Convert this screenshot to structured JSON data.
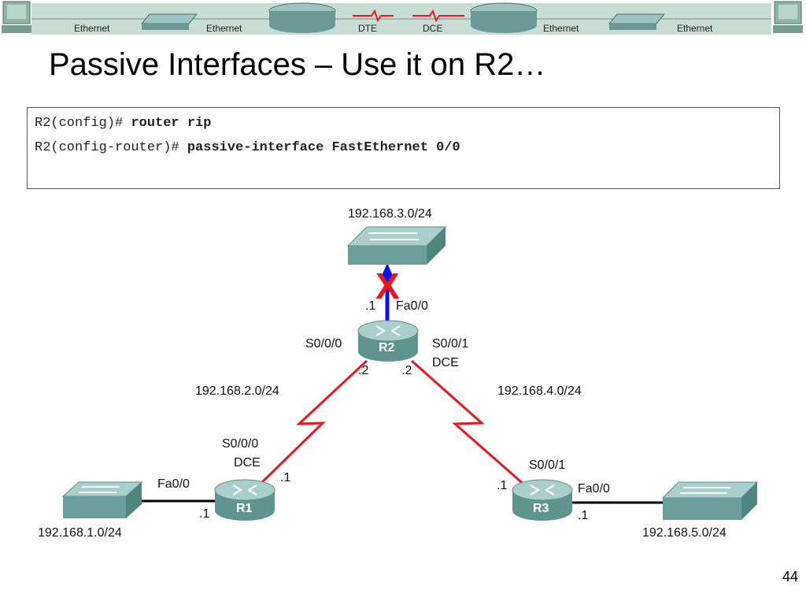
{
  "banner": {
    "labels": [
      "Ethernet",
      "Ethernet",
      "DTE",
      "DCE",
      "Ethernet",
      "Ethernet"
    ]
  },
  "slide": {
    "title": "Passive Interfaces – Use it on R2…",
    "page_number": "44"
  },
  "commands": [
    {
      "prompt": "R2(config)# ",
      "command": "router rip"
    },
    {
      "prompt": "R2(config-router)# ",
      "command": "passive-interface FastEthernet 0/0"
    }
  ],
  "topology": {
    "networks": {
      "top": "192.168.3.0/24",
      "left_serial": "192.168.2.0/24",
      "right_serial": "192.168.4.0/24",
      "left_lan": "192.168.1.0/24",
      "right_lan": "192.168.5.0/24"
    },
    "routers": {
      "r1": "R1",
      "r2": "R2",
      "r3": "R3"
    },
    "blocked_mark": "X",
    "interfaces": {
      "r2_fa_host": ".1",
      "r2_fa": "Fa0/0",
      "r2_s0": "S0/0/0",
      "r2_s1": "S0/0/1",
      "r2_s1_dce": "DCE",
      "r2_s0_host": ".2",
      "r2_s1_host": ".2",
      "r1_s0": "S0/0/0",
      "r1_s0_dce": "DCE",
      "r1_s0_host": ".1",
      "r1_fa": "Fa0/0",
      "r1_fa_host": ".1",
      "r3_s1": "S0/0/1",
      "r3_s1_host": ".1",
      "r3_fa": "Fa0/0",
      "r3_fa_host": ".1"
    }
  },
  "colors": {
    "serial_link": "#e8191e",
    "ethernet_link": "#000000",
    "blue_arrow": "#0a14e6",
    "red_x": "#e8191e",
    "device_teal": "#7fb2b3",
    "banner_bg": "#c9ddd4"
  }
}
